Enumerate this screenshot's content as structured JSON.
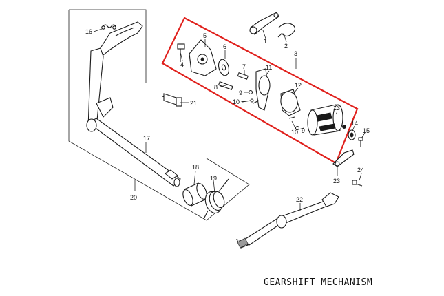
{
  "caption": "GEARSHIFT MECHANISM",
  "highlight_color": "#e0201c",
  "callouts": {
    "c1": "1",
    "c2": "2",
    "c3": "3",
    "c4": "4",
    "c5": "5",
    "c6": "6",
    "c7": "7",
    "c8": "8",
    "c9": "9",
    "c10a": "10",
    "c10b": "10",
    "c11": "11",
    "c12": "12",
    "c13": "13",
    "c14": "14",
    "c15": "15",
    "c16": "16",
    "c17": "17",
    "c18": "18",
    "c19": "19",
    "c20": "20",
    "c21": "21",
    "c22": "22",
    "c23": "23",
    "c24": "24"
  }
}
